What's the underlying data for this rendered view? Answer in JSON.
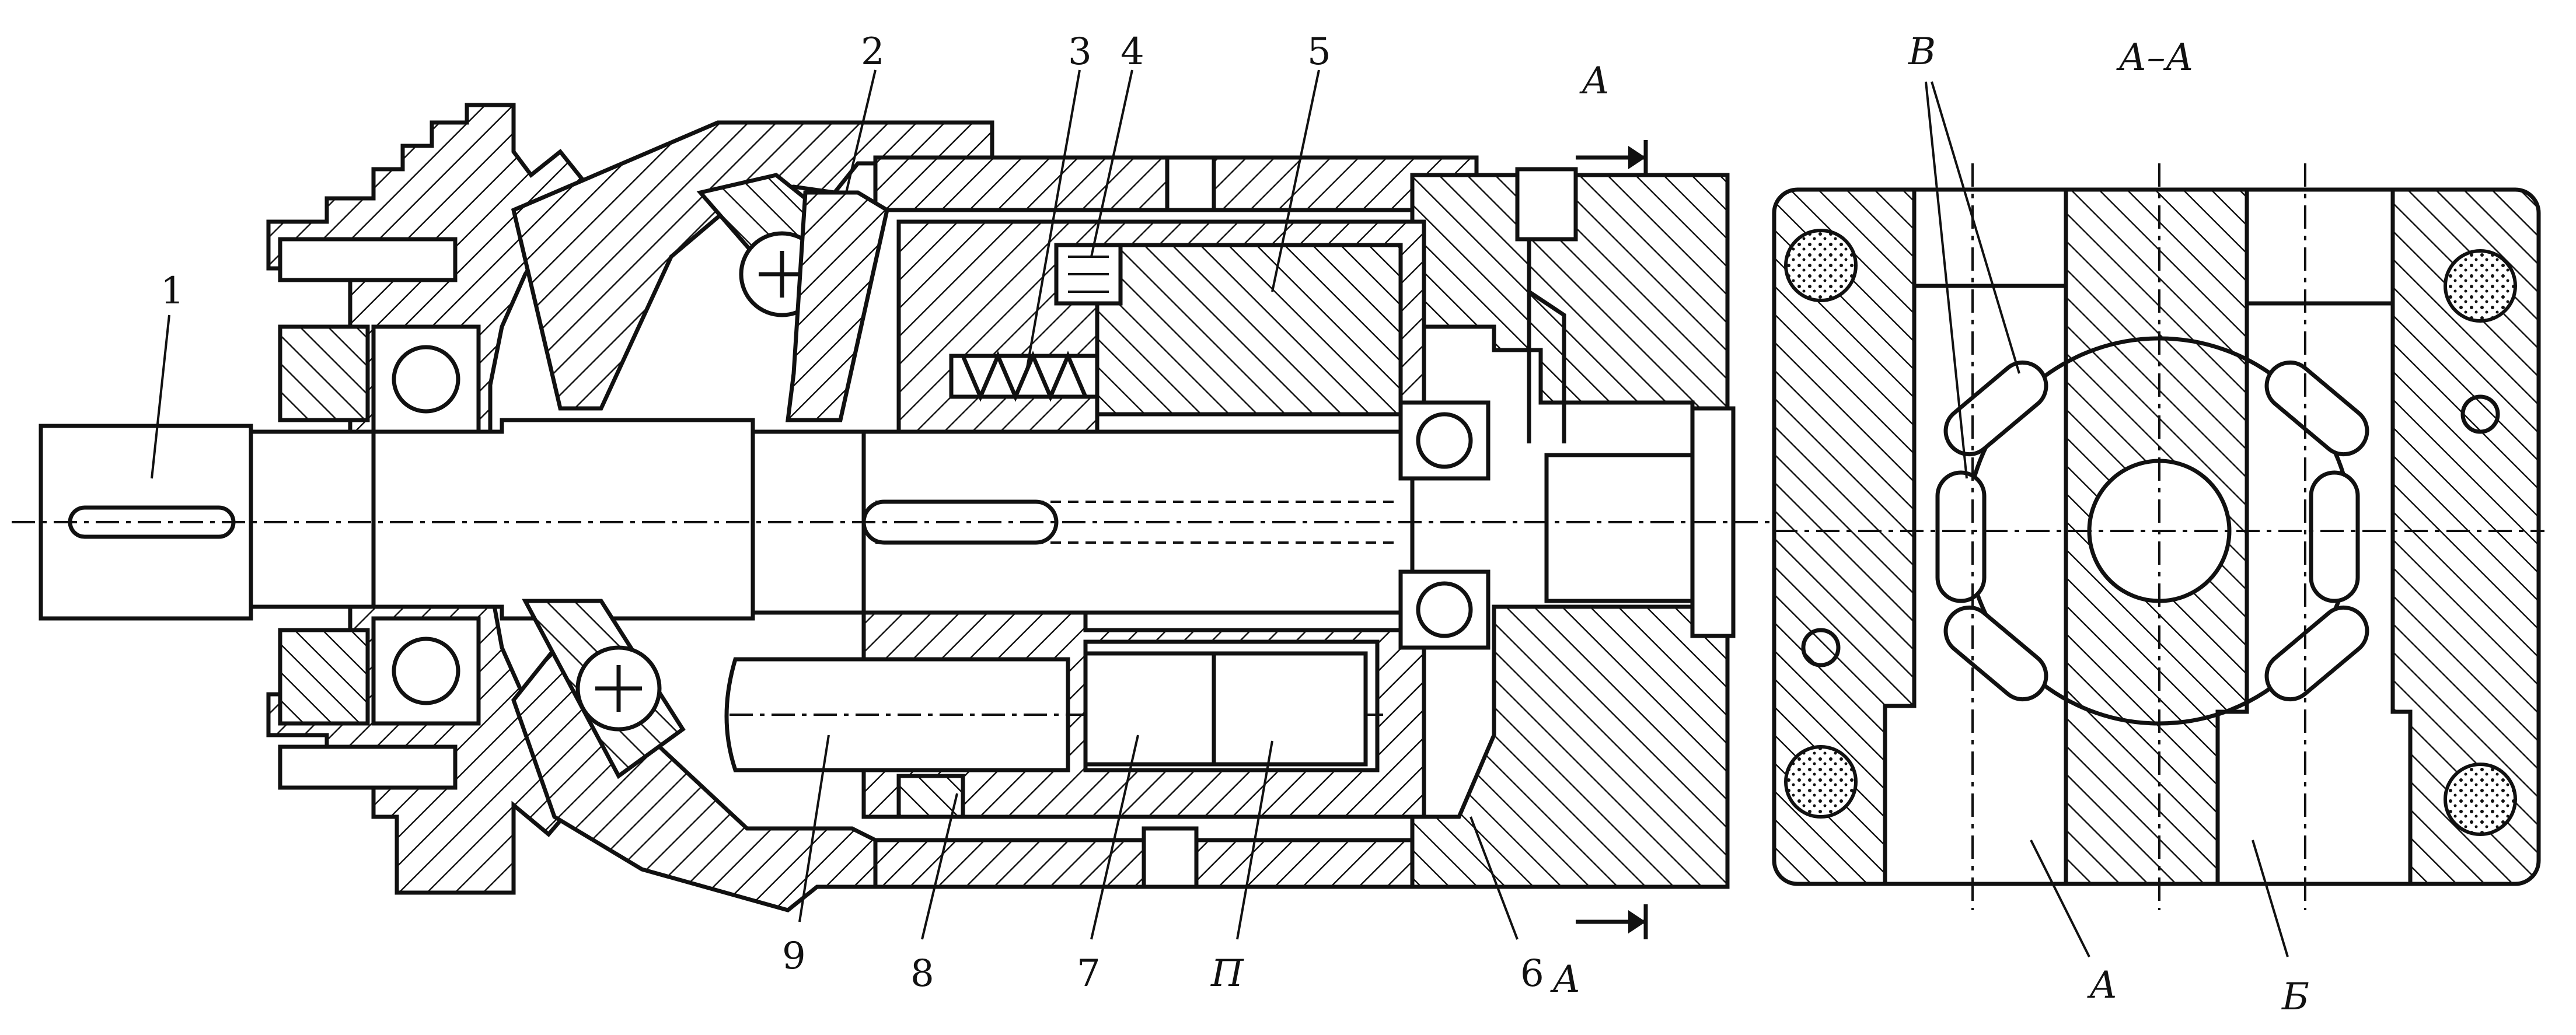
{
  "labels": {
    "part_1": "1",
    "part_2": "2",
    "part_3": "3",
    "part_4": "4",
    "part_5": "5",
    "part_6": "6",
    "part_7": "7",
    "part_8": "8",
    "part_9": "9",
    "part_p": "П",
    "section_a_top": "А",
    "section_a_bottom": "А",
    "section_title": "А–А",
    "port_v": "В",
    "port_a": "А",
    "port_b": "Б"
  }
}
